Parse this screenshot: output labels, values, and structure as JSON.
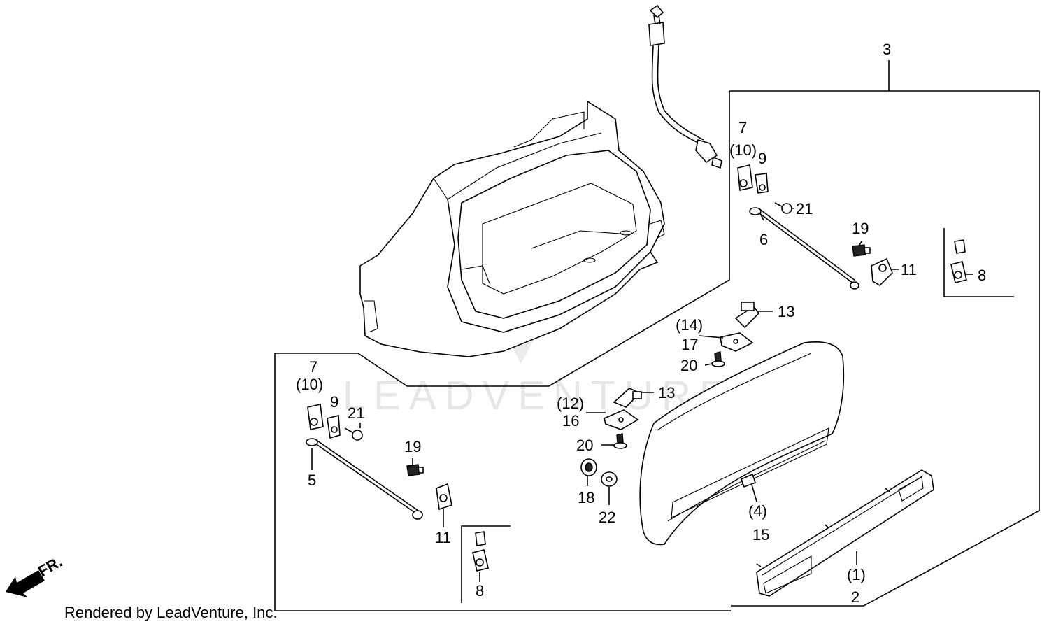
{
  "callouts": {
    "c3": "3",
    "c7_top": "7",
    "c10_top": "(10)",
    "c9_top": "9",
    "c21_top": "21",
    "c6": "6",
    "c19_right": "19",
    "c11_right": "11",
    "c8_right": "8",
    "c13_top": "13",
    "c14": "(14)",
    "c17": "17",
    "c20_top": "20",
    "c7_left": "7",
    "c10_left": "(10)",
    "c9_left": "9",
    "c21_left": "21",
    "c13_mid": "13",
    "c12": "(12)",
    "c16": "16",
    "c20_mid": "20",
    "c19_left": "19",
    "c5": "5",
    "c18": "18",
    "c22": "22",
    "c11_left": "11",
    "c8_left": "8",
    "c4": "(4)",
    "c15": "15",
    "c1": "(1)",
    "c2": "2"
  },
  "watermark": "LEADVENTURE",
  "footer": "Rendered by LeadVenture, Inc.",
  "front_marker": "FR."
}
